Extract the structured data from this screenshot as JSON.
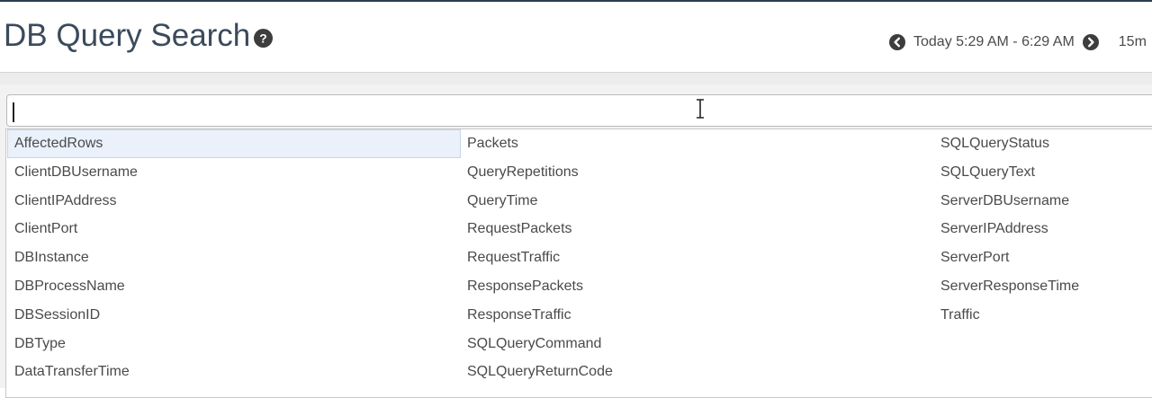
{
  "header": {
    "title": "DB Query Search",
    "time_range": "Today 5:29 AM - 6:29 AM",
    "interval": "15m"
  },
  "search": {
    "value": "",
    "placeholder": ""
  },
  "suggestions": {
    "col1": [
      "AffectedRows",
      "ClientDBUsername",
      "ClientIPAddress",
      "ClientPort",
      "DBInstance",
      "DBProcessName",
      "DBSessionID",
      "DBType",
      "DataTransferTime"
    ],
    "col2": [
      "Packets",
      "QueryRepetitions",
      "QueryTime",
      "RequestPackets",
      "RequestTraffic",
      "ResponsePackets",
      "ResponseTraffic",
      "SQLQueryCommand",
      "SQLQueryReturnCode"
    ],
    "col3": [
      "SQLQueryStatus",
      "SQLQueryText",
      "ServerDBUsername",
      "ServerIPAddress",
      "ServerPort",
      "ServerResponseTime",
      "Traffic"
    ],
    "selected": "AffectedRows"
  },
  "icons": {
    "help": "help-circle-icon",
    "prev": "chevron-left-circle-icon",
    "next": "chevron-right-circle-icon",
    "cursor": "i-beam-cursor-icon"
  },
  "colors": {
    "title": "#3b4a5c",
    "icon": "#3d3d3d",
    "highlight": "#eaf1fb"
  }
}
